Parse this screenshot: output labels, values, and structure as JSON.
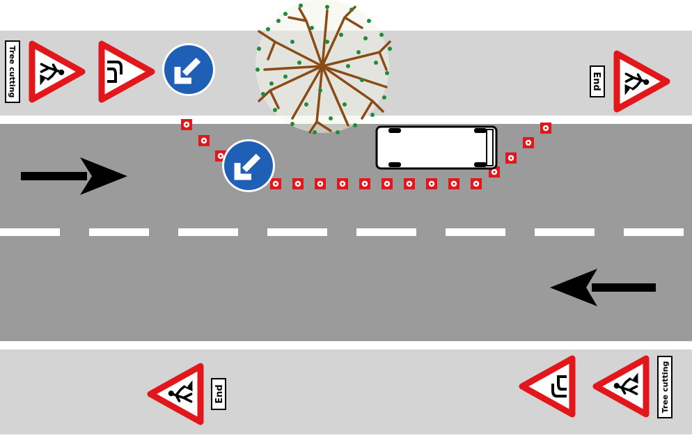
{
  "signs": {
    "top_left_plate": "Tree cutting",
    "top_right_plate": "End",
    "bottom_left_plate": "End",
    "bottom_right_plate": "Tree cutting"
  },
  "colors": {
    "verge": "#d4d4d4",
    "road": "#9b9b9b",
    "lane_marking": "#ffffff",
    "sign_red": "#e2171b",
    "keep_left_blue": "#1f5fb5",
    "cone_red": "#e2171b",
    "tree_trunk": "#8a4b14",
    "tree_leaf": "#1f8a3a"
  },
  "icons": {
    "traffic_flow": "arrow-icon",
    "men_at_work": "men-at-work-icon",
    "road_narrows": "road-narrows-icon",
    "keep_left": "keep-left-arrow-icon",
    "tree": "tree-icon",
    "vehicle": "vehicle-icon",
    "cone": "traffic-cone-icon"
  }
}
